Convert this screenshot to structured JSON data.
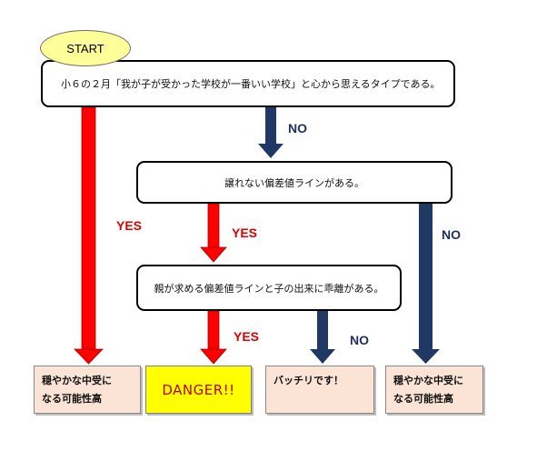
{
  "start": "START",
  "q1": "小６の２月「我が子が受かった学校が一番いい学校」と心から思えるタイプである。",
  "q2": "譲れない偏差値ラインがある。",
  "q3": "親が求める偏差値ラインと子の出来に乖離がある。",
  "labels": {
    "q1_no": "NO",
    "q1_yes": "YES",
    "q2_yes": "YES",
    "q2_no": "NO",
    "q3_yes": "YES",
    "q3_no": "NO"
  },
  "results": {
    "calm_left": "穏やかな中受に\nなる可能性高",
    "danger": "DANGER!!",
    "perfect": "バッチリです！",
    "calm_right": "穏やかな中受に\nなる可能性高"
  },
  "colors": {
    "yes_arrow": "#ff0000",
    "no_arrow": "#1f3864",
    "result_fill": "#fbe4d5",
    "danger_fill": "#ffff00",
    "start_fill": "#ffff99"
  }
}
